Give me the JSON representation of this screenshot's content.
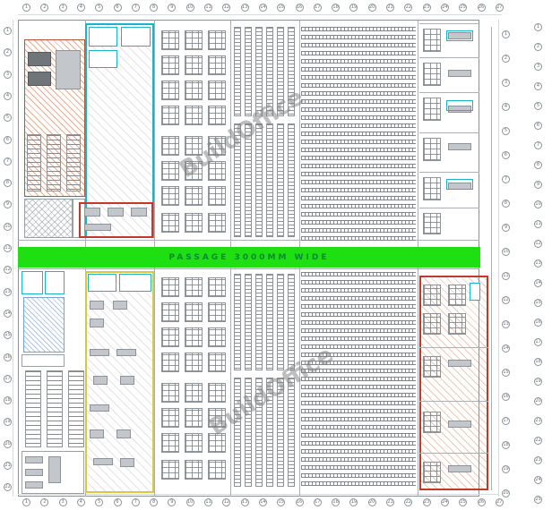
{
  "plan": {
    "passage_label": "PASSAGE 3000MM WIDE",
    "watermark": "BuildOffice",
    "colors": {
      "passage_green": "#1ddf12",
      "passage_text": "#0a8a2e",
      "cyan_zone": "#1ab3c8",
      "red_zone": "#c0392b",
      "yellow_zone": "#d9c93f",
      "orange_hatch": "#b0573b",
      "blue_hatch": "#7aa3cc"
    }
  },
  "grid": {
    "top": [
      "1",
      "2",
      "3",
      "4",
      "5",
      "6",
      "7",
      "8",
      "9",
      "10",
      "11",
      "12",
      "13",
      "14",
      "15",
      "16",
      "17",
      "18",
      "19",
      "20",
      "21",
      "22",
      "23",
      "24",
      "25",
      "26",
      "27"
    ],
    "bottom": [
      "1",
      "2",
      "3",
      "4",
      "5",
      "6",
      "7",
      "8",
      "9",
      "10",
      "11",
      "12",
      "13",
      "14",
      "15",
      "16",
      "17",
      "18",
      "19",
      "20",
      "21",
      "22",
      "23",
      "24",
      "25",
      "26",
      "27"
    ],
    "left": [
      "1",
      "2",
      "3",
      "4",
      "5",
      "6",
      "7",
      "8",
      "9",
      "10",
      "11",
      "12",
      "13",
      "14",
      "15",
      "16",
      "17",
      "18",
      "19",
      "20",
      "21",
      "22"
    ],
    "right_inner": [
      "1",
      "2",
      "3",
      "4",
      "5",
      "6",
      "7",
      "8",
      "9",
      "10",
      "11",
      "12",
      "13",
      "14",
      "15",
      "16",
      "17",
      "18",
      "19",
      "20"
    ],
    "right_outer": [
      "1",
      "2",
      "3",
      "4",
      "5",
      "6",
      "7",
      "8",
      "9",
      "10",
      "11",
      "12",
      "13",
      "14",
      "15",
      "16",
      "17",
      "18",
      "19",
      "20",
      "21",
      "22",
      "23",
      "24",
      "25"
    ]
  }
}
